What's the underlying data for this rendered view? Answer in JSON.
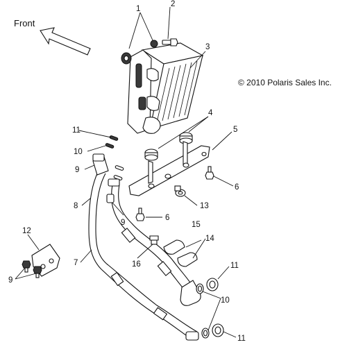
{
  "header": {
    "front_label": "Front",
    "copyright": "© 2010 Polaris Sales Inc."
  },
  "callouts": {
    "c1": "1",
    "c2": "2",
    "c3": "3",
    "c4": "4",
    "c5": "5",
    "c6a": "6",
    "c6b": "6",
    "c7": "7",
    "c8": "8",
    "c9a": "9",
    "c9b": "9",
    "c9c": "9",
    "c10a": "10",
    "c10b": "10",
    "c11a": "11",
    "c11b": "11",
    "c11c": "11",
    "c12": "12",
    "c13": "13",
    "c14": "14",
    "c15": "15",
    "c16": "16"
  }
}
